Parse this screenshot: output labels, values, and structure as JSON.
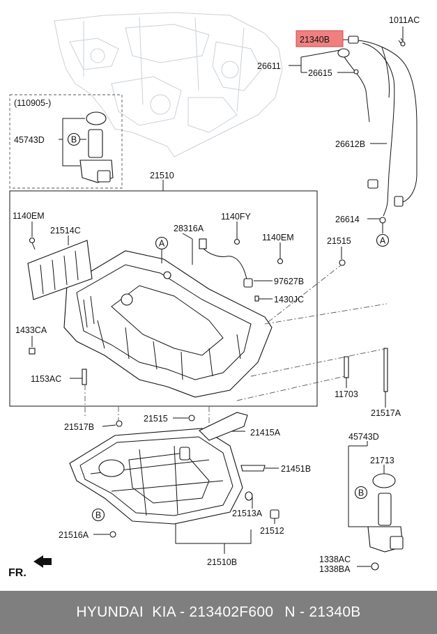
{
  "diagram": {
    "highlight_color": "#f08080",
    "labels": [
      {
        "id": "1011ac",
        "text": "1011AC"
      },
      {
        "id": "21340b",
        "text": "21340B",
        "highlighted": true
      },
      {
        "id": "26611",
        "text": "26611"
      },
      {
        "id": "26615",
        "text": "26615"
      },
      {
        "id": "110905",
        "text": "(110905-)"
      },
      {
        "id": "45743d-top",
        "text": "45743D"
      },
      {
        "id": "26612b",
        "text": "26612B"
      },
      {
        "id": "21510",
        "text": "21510"
      },
      {
        "id": "1140em-left",
        "text": "1140EM"
      },
      {
        "id": "21514c",
        "text": "21514C"
      },
      {
        "id": "28316a",
        "text": "28316A"
      },
      {
        "id": "1140fy",
        "text": "1140FY"
      },
      {
        "id": "1140em-right",
        "text": "1140EM"
      },
      {
        "id": "26614",
        "text": "26614"
      },
      {
        "id": "21515-right",
        "text": "21515"
      },
      {
        "id": "97627b",
        "text": "97627B"
      },
      {
        "id": "1430jc",
        "text": "1430JC"
      },
      {
        "id": "1433ca",
        "text": "1433CA"
      },
      {
        "id": "1153ac",
        "text": "1153AC"
      },
      {
        "id": "11703",
        "text": "11703"
      },
      {
        "id": "21517a",
        "text": "21517A"
      },
      {
        "id": "21517b",
        "text": "21517B"
      },
      {
        "id": "21515-mid",
        "text": "21515"
      },
      {
        "id": "21415a",
        "text": "21415A"
      },
      {
        "id": "45743d-bottom",
        "text": "45743D"
      },
      {
        "id": "21713",
        "text": "21713"
      },
      {
        "id": "21451b",
        "text": "21451B"
      },
      {
        "id": "21513a",
        "text": "21513A"
      },
      {
        "id": "21512",
        "text": "21512"
      },
      {
        "id": "21516a",
        "text": "21516A"
      },
      {
        "id": "21510b",
        "text": "21510B"
      },
      {
        "id": "1338ac",
        "text": "1338AC"
      },
      {
        "id": "1338ba",
        "text": "1338BA"
      },
      {
        "id": "fr",
        "text": "FR."
      }
    ],
    "callouts": {
      "a": "A",
      "b": "B"
    }
  },
  "footer": {
    "brand": "HYUNDAI  KIA - 213402F600",
    "ref": "N - 21340B"
  }
}
